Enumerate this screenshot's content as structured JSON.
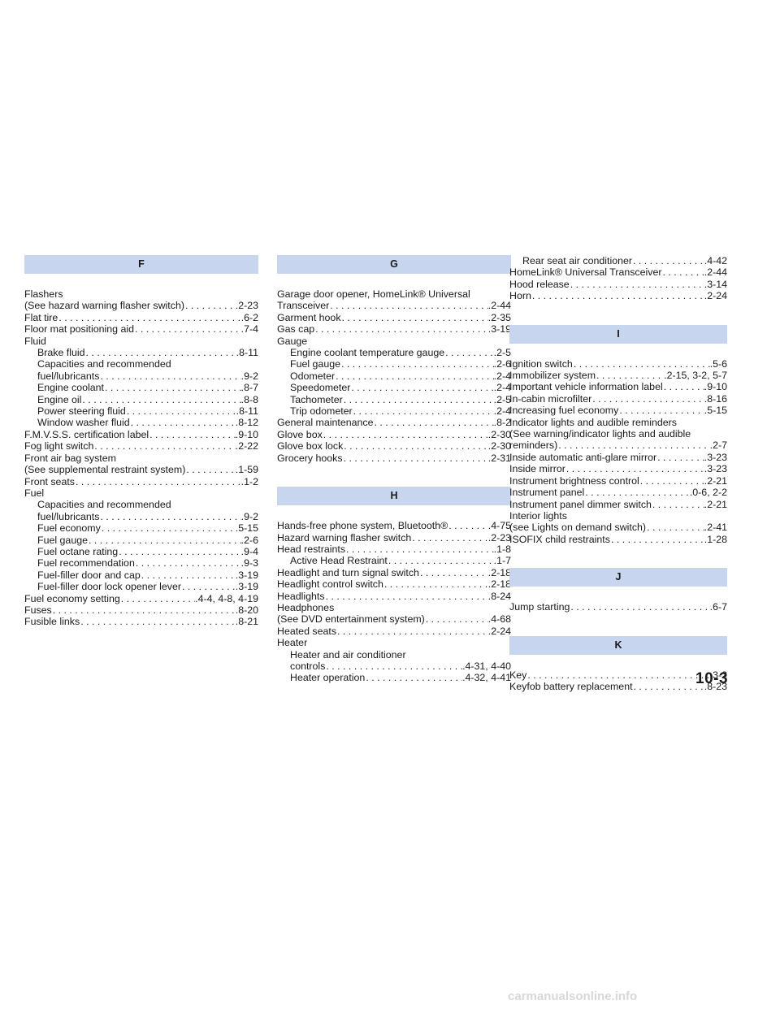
{
  "columns": [
    {
      "sections": [
        {
          "letter": "F",
          "entries": [
            {
              "text": "Flashers"
            },
            {
              "text": "(See hazard warning flasher switch)",
              "page": ".2-23"
            },
            {
              "text": "Flat tire",
              "page": ".6-2"
            },
            {
              "text": "Floor mat positioning aid",
              "page": ".7-4"
            },
            {
              "text": "Fluid"
            },
            {
              "text": "Brake fluid",
              "page": ".8-11",
              "indent": true
            },
            {
              "text": "Capacities and recommended",
              "indent": true
            },
            {
              "text": "fuel/lubricants",
              "page": ".9-2",
              "indent": true
            },
            {
              "text": "Engine coolant",
              "page": ".8-7",
              "indent": true
            },
            {
              "text": "Engine oil",
              "page": ".8-8",
              "indent": true
            },
            {
              "text": "Power steering fluid",
              "page": ".8-11",
              "indent": true
            },
            {
              "text": "Window washer fluid",
              "page": ".8-12",
              "indent": true
            },
            {
              "text": "F.M.V.S.S. certification label",
              "page": ".9-10"
            },
            {
              "text": "Fog light switch",
              "page": ".2-22"
            },
            {
              "text": "Front air bag system"
            },
            {
              "text": "(See supplemental restraint system)",
              "page": ".1-59"
            },
            {
              "text": "Front seats",
              "page": ".1-2"
            },
            {
              "text": "Fuel"
            },
            {
              "text": "Capacities and recommended",
              "indent": true
            },
            {
              "text": "fuel/lubricants",
              "page": ".9-2",
              "indent": true
            },
            {
              "text": "Fuel economy",
              "page": ".5-15",
              "indent": true
            },
            {
              "text": "Fuel gauge",
              "page": ".2-6",
              "indent": true
            },
            {
              "text": "Fuel octane rating",
              "page": ".9-4",
              "indent": true
            },
            {
              "text": "Fuel recommendation",
              "page": ".9-3",
              "indent": true
            },
            {
              "text": "Fuel-filler door and cap",
              "page": ".3-19",
              "indent": true
            },
            {
              "text": "Fuel-filler door lock opener lever",
              "page": ".3-19",
              "indent": true
            },
            {
              "text": "Fuel economy setting",
              "page": ".4-4, 4-8, 4-19"
            },
            {
              "text": "Fuses",
              "page": ".8-20"
            },
            {
              "text": "Fusible links",
              "page": ".8-21"
            }
          ]
        }
      ]
    },
    {
      "sections": [
        {
          "letter": "G",
          "entries": [
            {
              "text": "Garage door opener, HomeLink® Universal"
            },
            {
              "text": "Transceiver",
              "page": ".2-44"
            },
            {
              "text": "Garment hook",
              "page": ".2-35"
            },
            {
              "text": "Gas cap",
              "page": ".3-19"
            },
            {
              "text": "Gauge"
            },
            {
              "text": "Engine coolant temperature gauge",
              "page": ".2-5",
              "indent": true
            },
            {
              "text": "Fuel gauge",
              "page": ".2-6",
              "indent": true
            },
            {
              "text": "Odometer",
              "page": ".2-4",
              "indent": true
            },
            {
              "text": "Speedometer",
              "page": ".2-4",
              "indent": true
            },
            {
              "text": "Tachometer",
              "page": ".2-5",
              "indent": true
            },
            {
              "text": "Trip odometer",
              "page": ".2-4",
              "indent": true
            },
            {
              "text": "General maintenance",
              "page": ".8-2"
            },
            {
              "text": "Glove box",
              "page": ".2-30"
            },
            {
              "text": "Glove box lock",
              "page": ".2-30"
            },
            {
              "text": "Grocery hooks",
              "page": ".2-31"
            }
          ]
        },
        {
          "letter": "H",
          "entries": [
            {
              "text": "Hands-free phone system, Bluetooth®",
              "page": ".4-75"
            },
            {
              "text": "Hazard warning flasher switch",
              "page": ".2-23"
            },
            {
              "text": "Head restraints",
              "page": ".1-8"
            },
            {
              "text": "Active Head Restraint",
              "page": ".1-7",
              "indent": true
            },
            {
              "text": "Headlight and turn signal switch",
              "page": ".2-18"
            },
            {
              "text": "Headlight control switch",
              "page": ".2-18"
            },
            {
              "text": "Headlights",
              "page": ".8-24"
            },
            {
              "text": "Headphones"
            },
            {
              "text": "(See DVD entertainment system)",
              "page": ".4-68"
            },
            {
              "text": "Heated seats",
              "page": ".2-24"
            },
            {
              "text": "Heater"
            },
            {
              "text": "Heater and air conditioner",
              "indent": true
            },
            {
              "text": "controls",
              "page": ".4-31, 4-40",
              "indent": true
            },
            {
              "text": "Heater operation",
              "page": ".4-32, 4-41",
              "indent": true
            }
          ]
        }
      ]
    },
    {
      "sections": [
        {
          "letter": "",
          "entries": [
            {
              "text": "Rear seat air conditioner",
              "page": ".4-42",
              "indent": true
            },
            {
              "text": "HomeLink® Universal Transceiver",
              "page": ".2-44"
            },
            {
              "text": "Hood release",
              "page": ".3-14"
            },
            {
              "text": "Horn",
              "page": ".2-24"
            }
          ]
        },
        {
          "letter": "I",
          "entries": [
            {
              "text": "Ignition switch",
              "page": ".5-6"
            },
            {
              "text": "Immobilizer system",
              "page": ".2-15, 3-2, 5-7"
            },
            {
              "text": "Important vehicle information label",
              "page": ".9-10"
            },
            {
              "text": "In-cabin microfilter",
              "page": ".8-16"
            },
            {
              "text": "Increasing fuel economy",
              "page": ".5-15"
            },
            {
              "text": "Indicator lights and audible reminders"
            },
            {
              "text": "(See warning/indicator lights and audible"
            },
            {
              "text": "reminders)",
              "page": ".2-7"
            },
            {
              "text": "Inside automatic anti-glare mirror",
              "page": ".3-23"
            },
            {
              "text": "Inside mirror",
              "page": ".3-23"
            },
            {
              "text": "Instrument brightness control",
              "page": ".2-21"
            },
            {
              "text": "Instrument panel",
              "page": ".0-6, 2-2"
            },
            {
              "text": "Instrument panel dimmer switch",
              "page": ".2-21"
            },
            {
              "text": "Interior lights"
            },
            {
              "text": "(see Lights on demand switch)",
              "page": ".2-41"
            },
            {
              "text": "ISOFIX child restraints",
              "page": ".1-28"
            }
          ]
        },
        {
          "letter": "J",
          "entries": [
            {
              "text": "Jump starting",
              "page": ".6-7"
            }
          ]
        },
        {
          "letter": "K",
          "entries": [
            {
              "text": "Key",
              "page": ".3-2"
            },
            {
              "text": "Keyfob battery replacement",
              "page": ".8-23"
            }
          ]
        }
      ]
    }
  ],
  "page_number": "10-3",
  "footer_watermark": "carmanualsonline.info",
  "colors": {
    "header_band": "#c7d6ee",
    "text": "#1a1a1a",
    "background": "#ffffff"
  }
}
